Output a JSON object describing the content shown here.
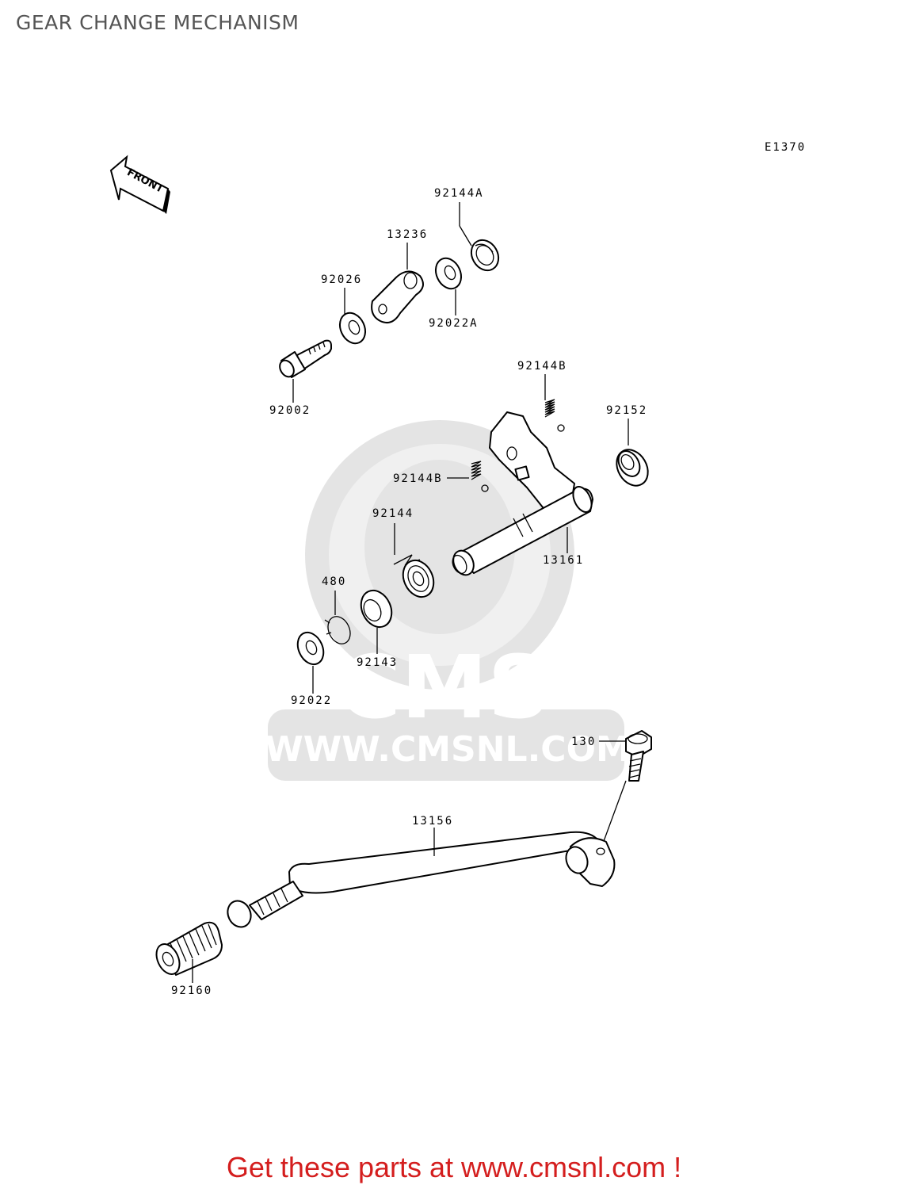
{
  "title": "GEAR CHANGE MECHANISM",
  "diagram_code": "E1370",
  "front_label": "FRONT",
  "watermark": {
    "logo_text": "CMS",
    "url_text": "WWW.CMSNL.COM"
  },
  "parts": {
    "p92144A": "92144A",
    "p13236": "13236",
    "p92026": "92026",
    "p92022A": "92022A",
    "p92002": "92002",
    "p92144B_top": "92144B",
    "p92152": "92152",
    "p92144B_mid": "92144B",
    "p92144": "92144",
    "p13161": "13161",
    "p480": "480",
    "p92143": "92143",
    "p92022": "92022",
    "p130": "130",
    "p13156": "13156",
    "p92160": "92160"
  },
  "cta": "Get these parts at www.cmsnl.com !",
  "colors": {
    "cta": "#d41e1e",
    "watermark": "#e4e4e4",
    "title": "#555555"
  }
}
